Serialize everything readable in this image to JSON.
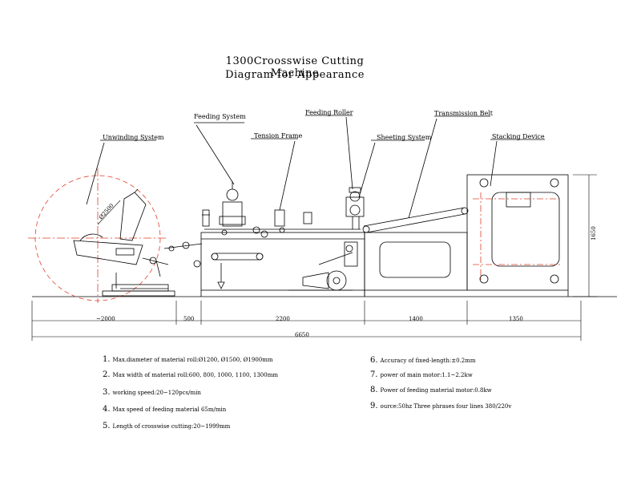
{
  "title": {
    "line1": "1300Croosswise Cutting Machine",
    "line2": "Diagram for Appearance"
  },
  "labels": {
    "unwinding": "Unwinding System",
    "feeding_system": "Feeding System",
    "tension_frame": "Tension Frame",
    "feeding_roller": "Feeding Roller",
    "sheeting": "Sheeting System",
    "transmission_belt": "Transmission Belt",
    "stacking": "Stacking Device"
  },
  "dimensions": {
    "d_unwind": "~2000",
    "d_gap": "500",
    "d_main": "2200",
    "d_belt": "1400",
    "d_stack": "1350",
    "d_total": "6650",
    "d_height": "1650",
    "d_roll": "Ø2500"
  },
  "specs_left": [
    {
      "n": "1.",
      "text": "Max.diameter of material roll:Ø1200, Ø1500, Ø1900mm"
    },
    {
      "n": "2.",
      "text": "Max width of material roll:600, 800, 1000, 1100, 1300mm"
    },
    {
      "n": "3.",
      "text": "working speed:20~120pcs/min"
    },
    {
      "n": "4.",
      "text": "Max speed of feeding material 65m/min"
    },
    {
      "n": "5.",
      "text": "Length of crosswise cutting:20~1999mm"
    }
  ],
  "specs_right": [
    {
      "n": "6.",
      "text": "Accuracy of fixed-length:±0.2mm"
    },
    {
      "n": "7.",
      "text": "power of main motor:1.1~2.2kw"
    },
    {
      "n": "8.",
      "text": "Power of feeding material motor:0.8kw"
    },
    {
      "n": "9.",
      "text": "ource:50hz Three phrases four lines 380/220v"
    }
  ],
  "colors": {
    "line": "#000000",
    "center": "#e0402a"
  }
}
